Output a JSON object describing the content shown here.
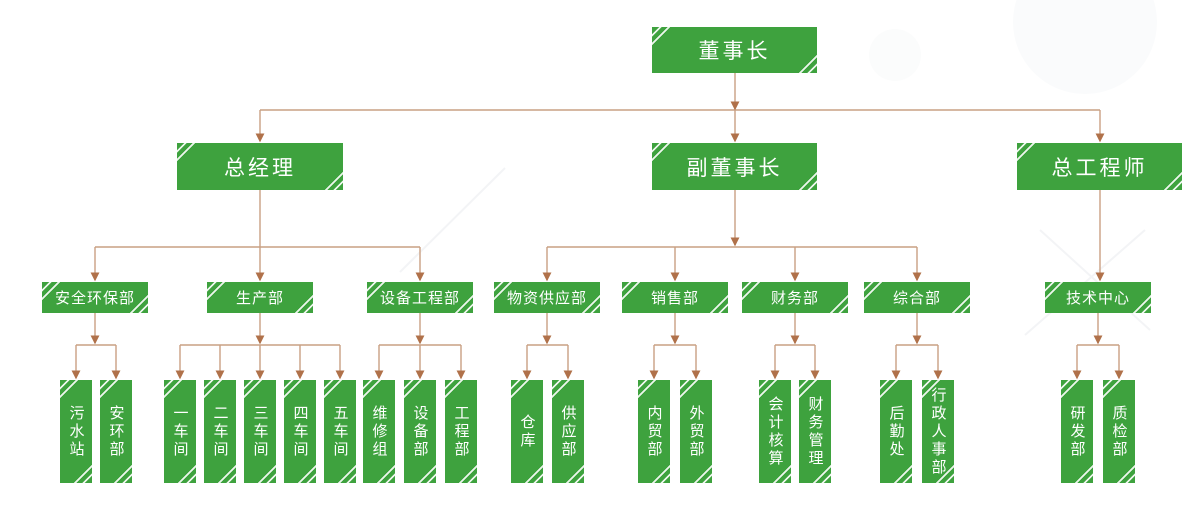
{
  "org": {
    "l1": {
      "label": "董事长"
    },
    "l2": [
      {
        "label": "总经理",
        "parent": "董事长"
      },
      {
        "label": "副董事长",
        "parent": "董事长"
      },
      {
        "label": "总工程师",
        "parent": "董事长"
      }
    ],
    "l3": [
      {
        "label": "安全环保部",
        "parent": "总经理"
      },
      {
        "label": "生产部",
        "parent": "总经理"
      },
      {
        "label": "设备工程部",
        "parent": "总经理"
      },
      {
        "label": "物资供应部",
        "parent": "副董事长"
      },
      {
        "label": "销售部",
        "parent": "副董事长"
      },
      {
        "label": "财务部",
        "parent": "副董事长"
      },
      {
        "label": "综合部",
        "parent": "副董事长"
      },
      {
        "label": "技术中心",
        "parent": "总工程师"
      }
    ],
    "l4": [
      {
        "label": "污水站",
        "parent": "安全环保部"
      },
      {
        "label": "安环部",
        "parent": "安全环保部"
      },
      {
        "label": "一车间",
        "parent": "生产部"
      },
      {
        "label": "二车间",
        "parent": "生产部"
      },
      {
        "label": "三车间",
        "parent": "生产部"
      },
      {
        "label": "四车间",
        "parent": "生产部"
      },
      {
        "label": "五车间",
        "parent": "生产部"
      },
      {
        "label": "维修组",
        "parent": "设备工程部"
      },
      {
        "label": "设备部",
        "parent": "设备工程部"
      },
      {
        "label": "工程部",
        "parent": "设备工程部"
      },
      {
        "label": "仓库",
        "parent": "物资供应部"
      },
      {
        "label": "供应部",
        "parent": "物资供应部"
      },
      {
        "label": "内贸部",
        "parent": "销售部"
      },
      {
        "label": "外贸部",
        "parent": "销售部"
      },
      {
        "label": "会计核算",
        "parent": "财务部"
      },
      {
        "label": "财务管理",
        "parent": "财务部"
      },
      {
        "label": "后勤处",
        "parent": "综合部"
      },
      {
        "label": "行政人事部",
        "parent": "综合部"
      },
      {
        "label": "研发部",
        "parent": "技术中心"
      },
      {
        "label": "质检部",
        "parent": "技术中心"
      }
    ]
  },
  "colors": {
    "node_fill": "#3EA23E",
    "node_text": "#FFFFFF",
    "connector_line": "#C9A083",
    "connector_arrow": "#B0714A",
    "background": "#FFFFFF"
  }
}
